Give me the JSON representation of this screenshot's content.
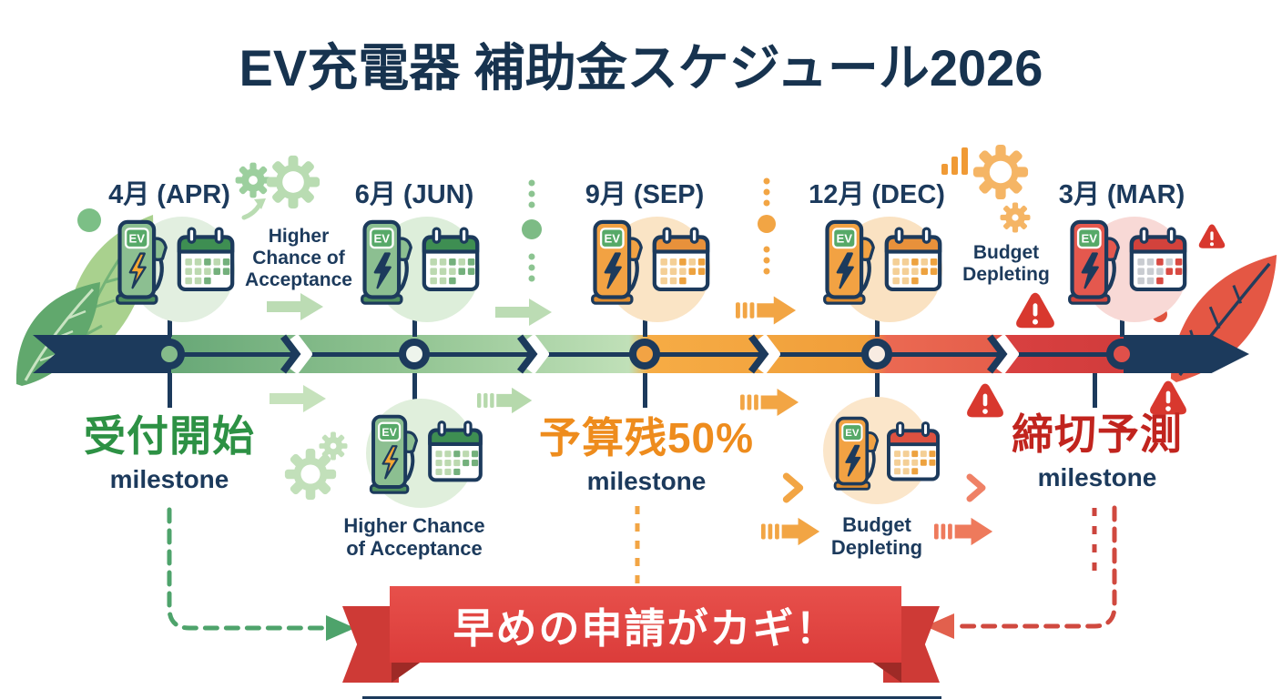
{
  "title": "EV充電器 補助金スケジュール2026",
  "ev_badge": "EV",
  "timeline": {
    "milestones": [
      {
        "month": "4月 (APR)",
        "label": "受付開始",
        "sublabel": "milestone"
      },
      {
        "month": "6月 (JUN)"
      },
      {
        "month": "9月 (SEP)",
        "label": "予算残50%",
        "sublabel": "milestone"
      },
      {
        "month": "12月 (DEC)"
      },
      {
        "month": "3月 (MAR)",
        "label": "締切予測",
        "sublabel": "milestone"
      }
    ]
  },
  "annotations": {
    "higher_chance_top": "Higher Chance of Acceptance",
    "higher_chance_bottom": "Higher Chance of Acceptance",
    "budget_depleting_top": "Budget Depleting",
    "budget_depleting_bottom": "Budget Depleting"
  },
  "banner": {
    "text": "早めの申請がカギ！"
  },
  "palette": {
    "navy": "#1c3a5c",
    "green": "#2d9144",
    "orange": "#ee8c1d",
    "red": "#c1241e",
    "banner_red": "#e04341",
    "timeline_green": "#6fae7e",
    "timeline_orange": "#f2a544",
    "timeline_red": "#d94040"
  }
}
